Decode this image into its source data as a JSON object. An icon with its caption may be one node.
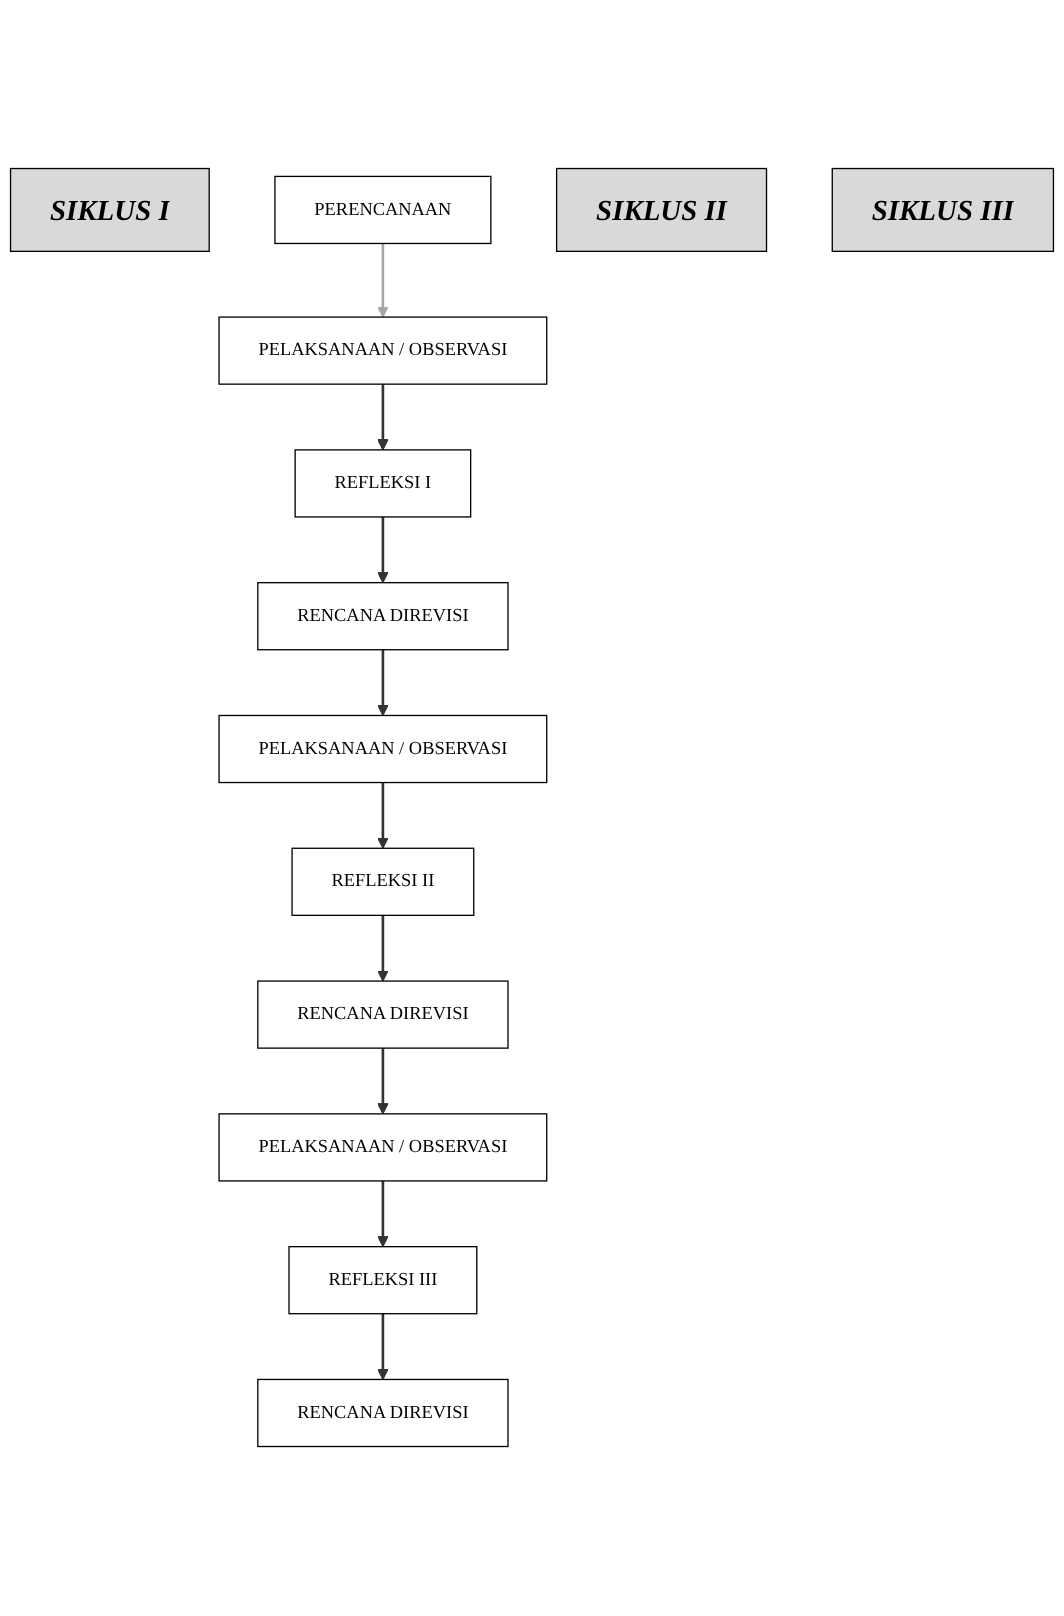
{
  "diagram": {
    "nodes": [
      {
        "text": [
          "SIKLUS I"
        ]
      },
      {
        "text": [
          "PERENCANAAN"
        ]
      },
      {
        "text": [
          "REFLEKSI I"
        ]
      },
      {
        "text": [
          "PELAKSANAAN / OBSERVASI"
        ]
      },
      {
        "text": [
          "RENCANA DIREVISI"
        ]
      },
      {
        "text": [
          "SIKLUS II"
        ]
      },
      {
        "text": [
          "REFLEKSI II"
        ]
      },
      {
        "text": [
          "PELAKSANAAN / OBSERVASI"
        ]
      },
      {
        "text": [
          "RENCANA DIREVISI"
        ]
      },
      {
        "text": [
          "SIKLUS III"
        ]
      },
      {
        "text": [
          "REFLEKSI III"
        ]
      },
      {
        "text": [
          "PELAKSANAAN / OBSERVASI"
        ]
      },
      {
        "text": [
          "RENCANA DIREVISI"
        ]
      }
    ],
    "edges": [
      {
        "from": 1,
        "to": 3,
        "arrow": "to",
        "color": "#a6a6a6"
      },
      {
        "from": 3,
        "to": 2,
        "arrow": "to"
      },
      {
        "from": 2,
        "to": 4,
        "arrow": "to"
      },
      {
        "from": 4,
        "to": 7,
        "arrow": "to"
      },
      {
        "from": 7,
        "to": 6,
        "arrow": "to"
      },
      {
        "from": 6,
        "to": 8,
        "arrow": "to"
      },
      {
        "from": 8,
        "to": 11,
        "arrow": "to"
      },
      {
        "from": 11,
        "to": 10,
        "arrow": "to"
      },
      {
        "from": 10,
        "to": 12,
        "arrow": "to"
      }
    ]
  }
}
